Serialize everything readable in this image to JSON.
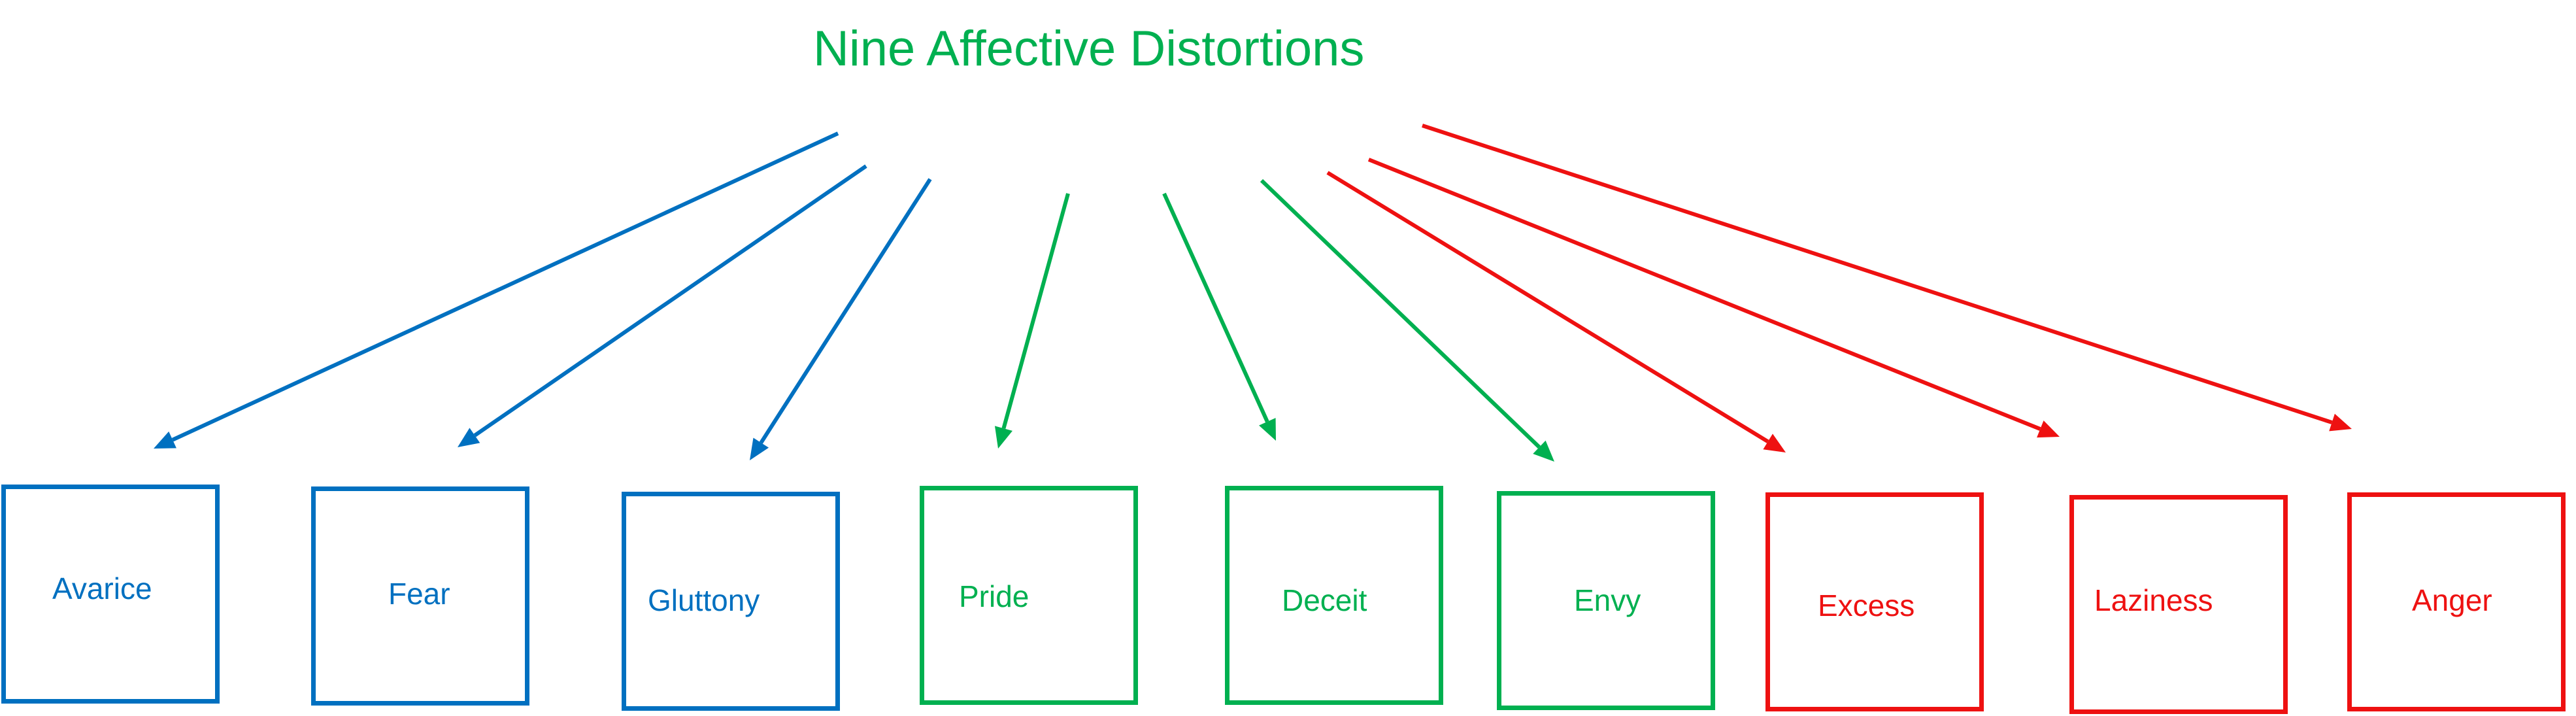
{
  "colors": {
    "title": "#00B050",
    "blue": "#0070C0",
    "green": "#00B050",
    "red": "#EE1111"
  },
  "title": "Nine Affective Distortions",
  "nodes": [
    {
      "label": "Avarice",
      "group": "blue"
    },
    {
      "label": "Fear",
      "group": "blue"
    },
    {
      "label": "Gluttony",
      "group": "blue"
    },
    {
      "label": "Pride",
      "group": "green"
    },
    {
      "label": "Deceit",
      "group": "green"
    },
    {
      "label": "Envy",
      "group": "green"
    },
    {
      "label": "Excess",
      "group": "red"
    },
    {
      "label": "Laziness",
      "group": "red"
    },
    {
      "label": "Anger",
      "group": "red"
    }
  ]
}
